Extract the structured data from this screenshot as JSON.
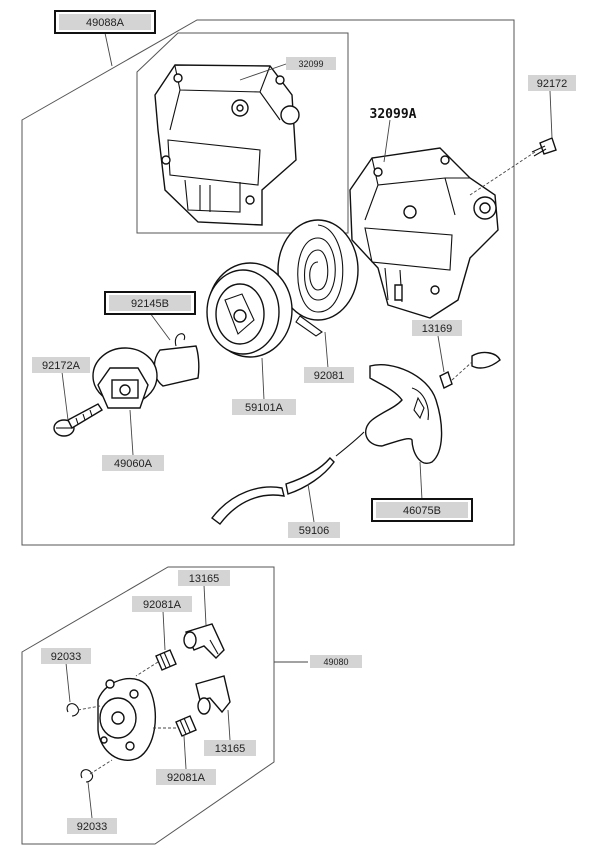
{
  "diagram": {
    "labels": {
      "l_49088A": "49088A",
      "l_32099": "32099",
      "l_32099A": "32099A",
      "l_92172": "92172",
      "l_92145B": "92145B",
      "l_13169": "13169",
      "l_92172A": "92172A",
      "l_59101A": "59101A",
      "l_92081": "92081",
      "l_49060A": "49060A",
      "l_46075B": "46075B",
      "l_59106": "59106",
      "l_13165_top": "13165",
      "l_92081A_top": "92081A",
      "l_92033_top": "92033",
      "l_49080": "49080",
      "l_13165_bot": "13165",
      "l_92081A_bot": "92081A",
      "l_92033_bot": "92033"
    },
    "colors": {
      "label_fill": "#d4d4d4",
      "outline": "#111111",
      "background": "#ffffff"
    }
  }
}
